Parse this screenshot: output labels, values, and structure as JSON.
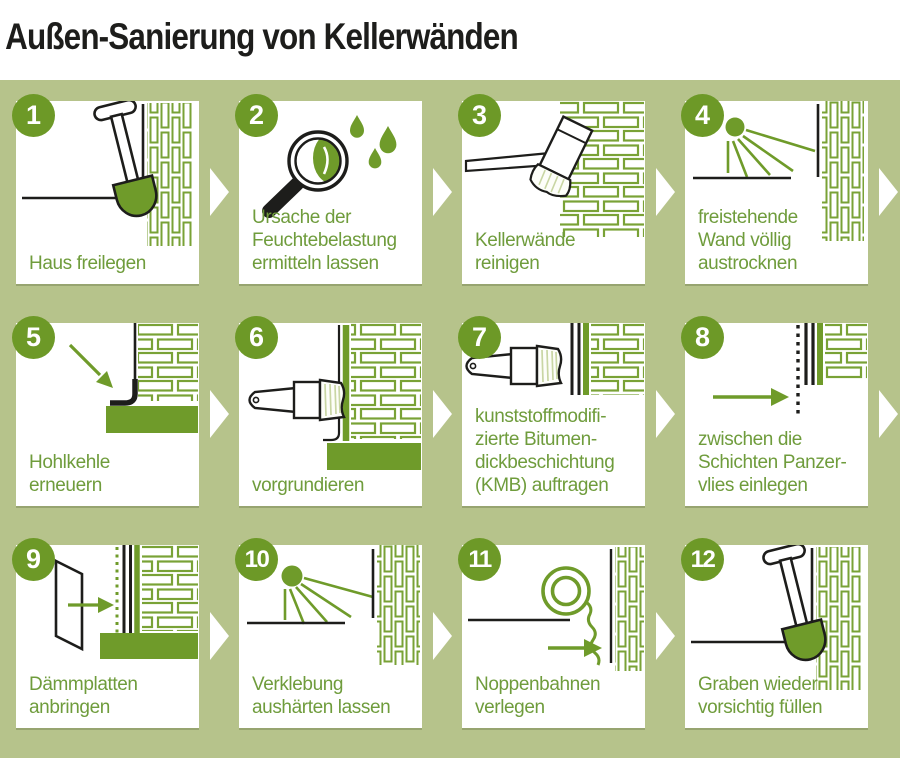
{
  "title": "Außen-Sanierung von Kellerwänden",
  "colors": {
    "background_green": "#b6c38b",
    "solid_green": "#6f9b2a",
    "brick_green": "#79a236",
    "text_green": "#6f9c3c",
    "outline_black": "#1d1d1b",
    "cell_white": "#ffffff",
    "arrow_white": "#ffffff"
  },
  "steps": [
    {
      "number": "1",
      "label": "Haus freilegen",
      "icon": "shovel-excavate"
    },
    {
      "number": "2",
      "label": "Ursache der\nFeuchtebelastung\nermitteln lassen",
      "icon": "magnifier-water-drops"
    },
    {
      "number": "3",
      "label": "Kellerwände\nreinigen",
      "icon": "scrub-brush-wall"
    },
    {
      "number": "4",
      "label": "freistehende\nWand völlig\naustrocknen",
      "icon": "sun-drying-wall"
    },
    {
      "number": "5",
      "label": "Hohlkehle\nerneuern",
      "icon": "fillet-corner"
    },
    {
      "number": "6",
      "label": "vorgrundieren",
      "icon": "paintbrush-priming"
    },
    {
      "number": "7",
      "label": "kunststoffmodifi-\nzierte Bitumen-\ndickbeschichtung\n(KMB) auftragen",
      "icon": "paintbrush-coating"
    },
    {
      "number": "8",
      "label": "zwischen die\nSchichten Panzer-\nvlies einlegen",
      "icon": "fleece-layer-arrow"
    },
    {
      "number": "9",
      "label": "Dämmplatten\nanbringen",
      "icon": "insulation-board"
    },
    {
      "number": "10",
      "label": "Verklebung\naushärten lassen",
      "icon": "sun-curing-wall"
    },
    {
      "number": "11",
      "label": "Noppenbahnen\nverlegen",
      "icon": "dimple-sheet-roll"
    },
    {
      "number": "12",
      "label": "Graben wieder\nvorsichtig füllen",
      "icon": "shovel-backfill"
    }
  ]
}
